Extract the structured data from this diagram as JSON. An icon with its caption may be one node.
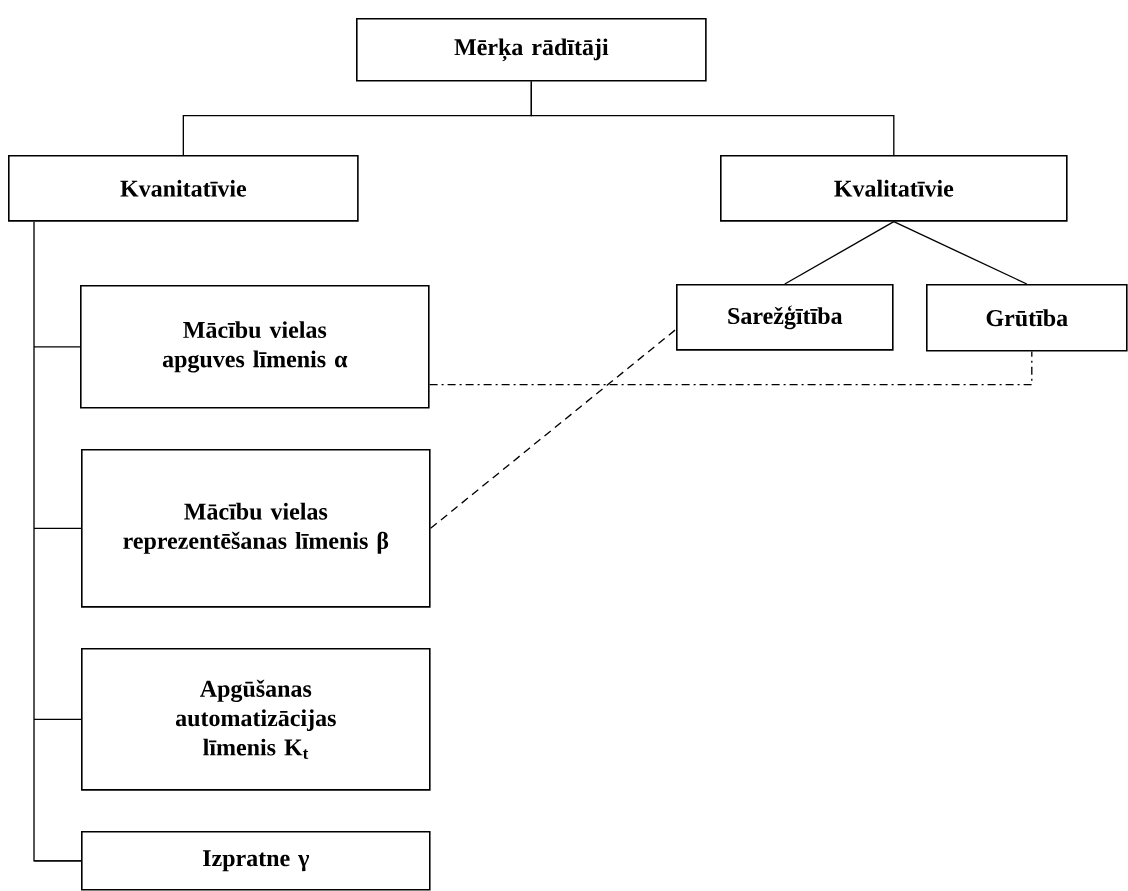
{
  "diagram": {
    "nodes": [
      {
        "text": [
          "Mērķa rādītāji"
        ]
      },
      {
        "text": [
          "Kvanitatīvie"
        ]
      },
      {
        "text": [
          "Kvalitatīvie"
        ]
      },
      {
        "text": [
          "Sarežģītība"
        ]
      },
      {
        "text": [
          "Grūtība"
        ]
      },
      {
        "text": [
          "Mācību vielas apguves līmenis α"
        ]
      },
      {
        "text": [
          "Mācību vielas reprezentēšanas līmenis β"
        ]
      },
      {
        "text": [
          "Apgūšanas automatizācijas līmenis K$_{t}$"
        ]
      },
      {
        "text": [
          "Izpratne γ"
        ]
      }
    ],
    "edges": [
      {
        "from": 0,
        "to": 1,
        "arrow": "none"
      },
      {
        "from": 0,
        "to": 2,
        "arrow": "none"
      },
      {
        "from": 2,
        "to": 3,
        "arrow": "none"
      },
      {
        "from": 2,
        "to": 4,
        "arrow": "none"
      },
      {
        "from": 1,
        "to": 5,
        "arrow": "none"
      },
      {
        "from": 1,
        "to": 6,
        "arrow": "none"
      },
      {
        "from": 1,
        "to": 7,
        "arrow": "none"
      },
      {
        "from": 1,
        "to": 8,
        "arrow": "none"
      },
      {
        "from": 5,
        "to": 4,
        "arrow": "none",
        "style": "dashed"
      },
      {
        "from": 6,
        "to": 3,
        "arrow": "none",
        "style": "dashed"
      }
    ]
  }
}
